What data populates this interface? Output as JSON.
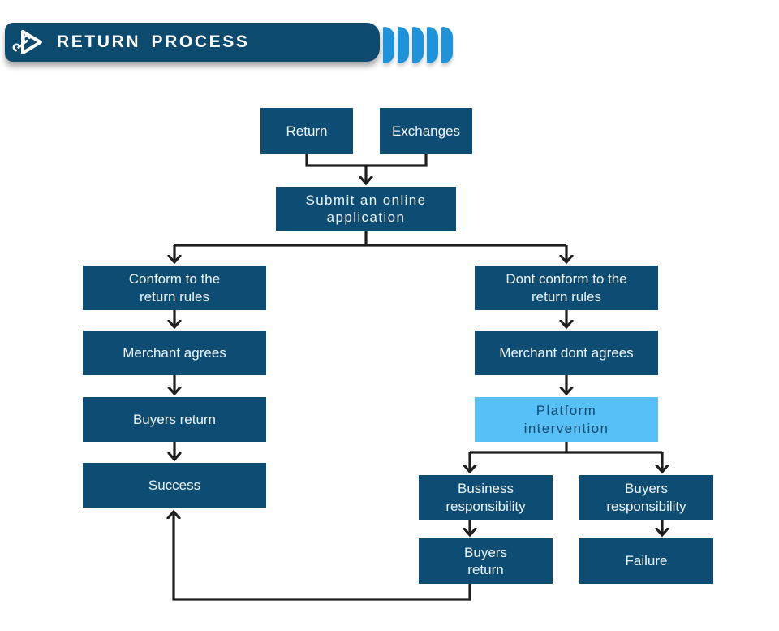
{
  "header": {
    "title": "RETURN PROCESS",
    "logo_icon": "wrench-play-triangle",
    "accent_shape_count": 5
  },
  "theme": {
    "page-bg": "#ffffff",
    "bar-fill": "#0d4b6e",
    "bar-title-color": "#ffffff",
    "accent-blue": "#1e93da",
    "box-fill": "#0d4d73",
    "box-text": "#eef4f8",
    "highlight-fill": "#57c1f7",
    "highlight-text": "#11496e",
    "connector": "#1e1e1e"
  },
  "flowchart": {
    "nodes": {
      "return": "Return",
      "exchanges": "Exchanges",
      "submit": "Submit an online\napplication",
      "conform": "Conform to the\nreturn rules",
      "merchant_agrees": "Merchant agrees",
      "buyers_return": "Buyers return",
      "success": "Success",
      "dont_conform": "Dont conform to the\nreturn rules",
      "merchant_dont_agrees": "Merchant dont agrees",
      "platform_intervention": "Platform\nintervention",
      "business_responsibility": "Business\nresponsibility",
      "buyers_responsibility": "Buyers\nresponsibility",
      "buyers_return_2": "Buyers\nreturn",
      "failure": "Failure"
    }
  }
}
